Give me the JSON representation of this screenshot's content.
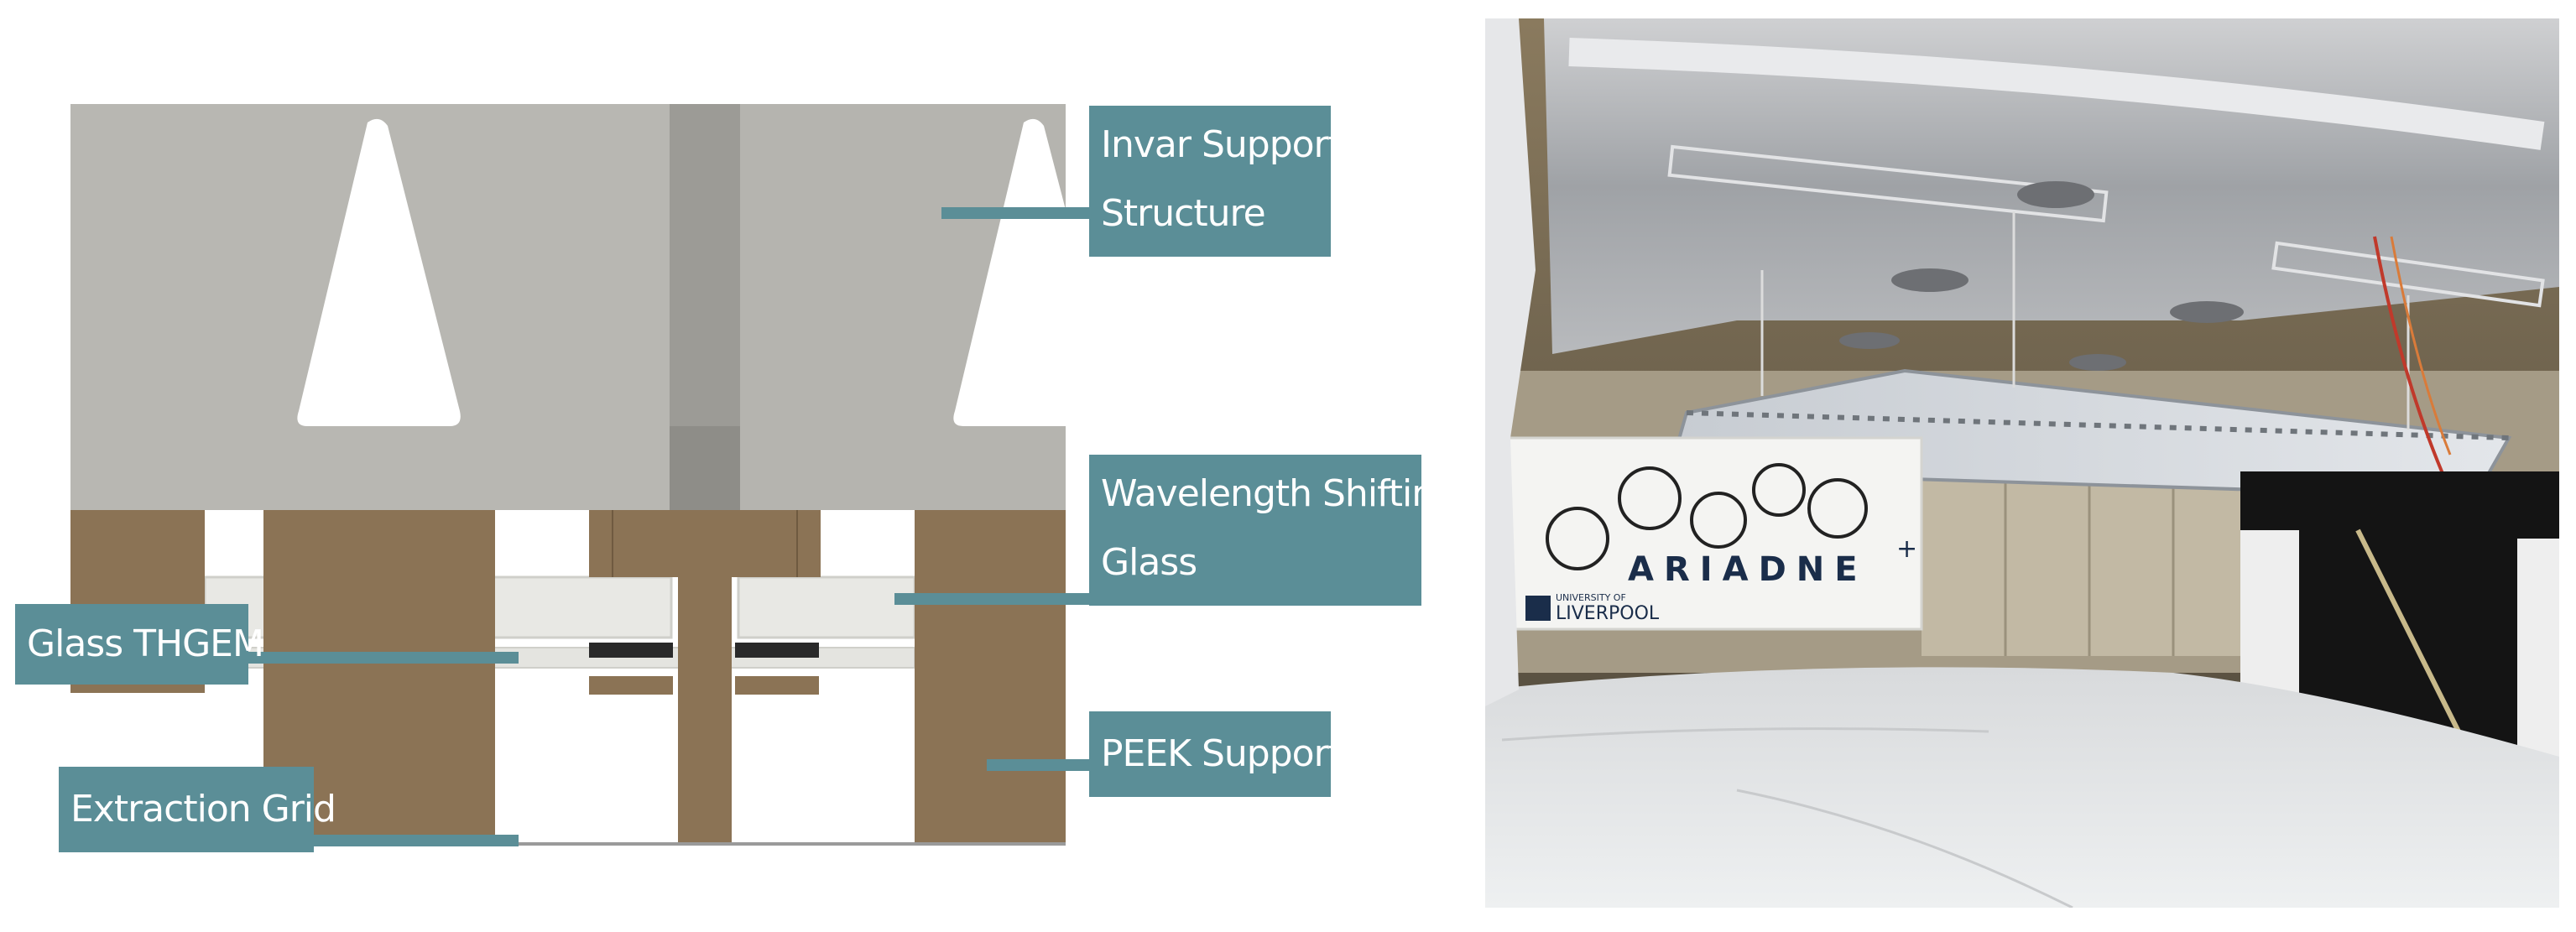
{
  "diagram": {
    "labels": {
      "invar_support": [
        "Invar Support",
        "Structure"
      ],
      "wavelength_shifting": [
        "Wavelength Shifting",
        "Glass"
      ],
      "glass_thgem": "Glass THGEM",
      "peek_supports": "PEEK Supports",
      "extraction_grid": "Extraction Grid"
    }
  },
  "photo": {
    "banner_text": "ARIADNE",
    "banner_superscript": "+",
    "banner_institution_line1": "UNIVERSITY OF",
    "banner_institution_line2": "LIVERPOOL"
  },
  "colors": {
    "callout": "#5b8e97",
    "invar_grey": "#b8b7b2",
    "peek_brown": "#8b7355",
    "glass_light": "#e8e8e4"
  }
}
